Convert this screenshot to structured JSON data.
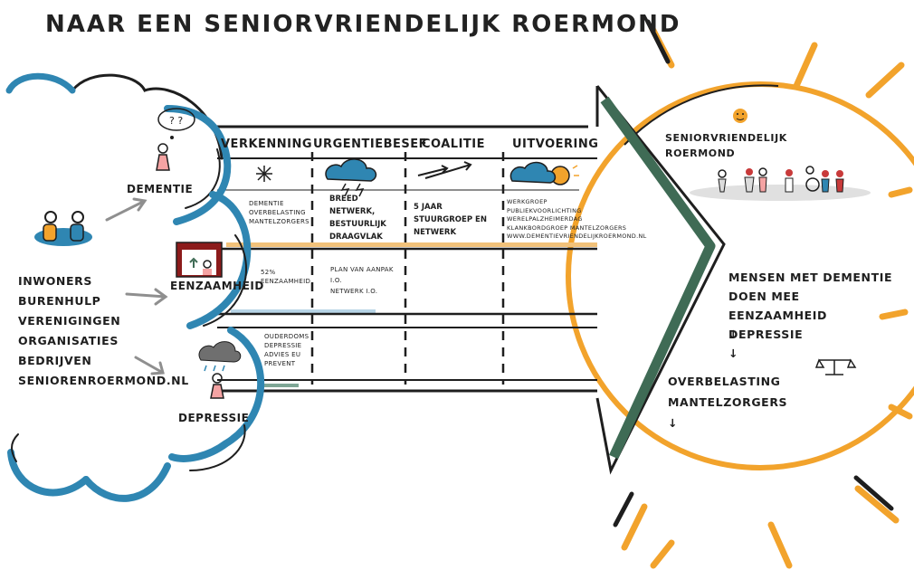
{
  "title": "Naar een seniorvriendelijk Roermond",
  "columns": [
    "Verkenning",
    "Urgentiebesef",
    "Coalitie",
    "Uitvoering"
  ],
  "themes": {
    "dementie": "Dementie",
    "eenzaamheid": "Eenzaamheid",
    "depressie": "Depressie"
  },
  "stakeholders": "Inwoners\nburenhulp\nverenigingen\norganisaties\nbedrijven\nseniorenroermond.nl",
  "rows": {
    "dementie": {
      "verkenning": "Dementie\noverbelasting\nmantelzorgers",
      "urgentiebesef": "Breed\nnetwerk,\nbestuurlijk\ndraagvlak",
      "coalitie": "5 jaar\nstuurgroep en\nnetwerk",
      "uitvoering": "Werkgroep\npubliekvoorlichting\nwerelpalzheimerdag\nklankbordgroep mantelzorgers\nwww.dementievriendelijkroermond.nl"
    },
    "eenzaamheid": {
      "verkenning": "52%\neenzaamheid",
      "urgentiebesef": "Plan van aanpak\ni.o.\nnetwerk i.o."
    },
    "depressie": {
      "verkenning": "Ouderdoms\ndepressie\nadvies eu\nprevent"
    }
  },
  "goal": {
    "title": "Seniorvriendelijk\nRoermond",
    "outcomes": [
      {
        "text": "Mensen met dementie\ndoen mee"
      },
      {
        "text": "eenzaamheid",
        "arrow": "↓"
      },
      {
        "text": "depressie",
        "arrow": "↓"
      },
      {
        "text": "overbelasting\nmantelzorgers",
        "arrow": "↓"
      }
    ]
  },
  "colors": {
    "ink": "#1e1e1e",
    "cloud_blue": "#2f86b2",
    "sun_orange": "#f2a32c",
    "chevron_green": "#3f6b55",
    "track_orange": "#f2c27a",
    "track_blue": "#b7d4e6",
    "track_green": "#7ea695"
  }
}
